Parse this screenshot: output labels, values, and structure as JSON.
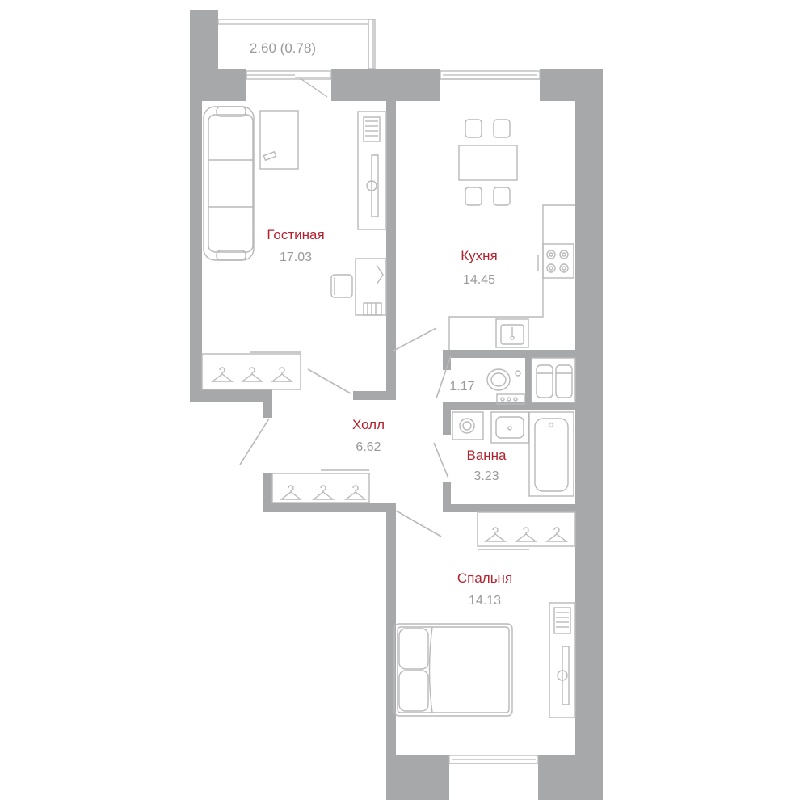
{
  "colors": {
    "wall": "#a7a8aa",
    "furniture_line": "#b8b8b8",
    "room_name": "#b3232f",
    "area_text": "#9a9a9a"
  },
  "balcony": {
    "area": "2.60 (0.78)"
  },
  "rooms": {
    "living": {
      "name": "Гостиная",
      "area": "17.03"
    },
    "kitchen": {
      "name": "Кухня",
      "area": "14.45"
    },
    "wc": {
      "area": "1.17"
    },
    "hall": {
      "name": "Холл",
      "area": "6.62"
    },
    "bath": {
      "name": "Ванна",
      "area": "3.23"
    },
    "bedroom": {
      "name": "Спальня",
      "area": "14.13"
    }
  },
  "icons": [
    "sofa-icon",
    "coffee-table-icon",
    "tv-stand-icon",
    "desk-icon",
    "chair-icon",
    "dining-table-icon",
    "stove-icon",
    "sink-icon",
    "toilet-icon",
    "washing-machine-icon",
    "bathtub-icon",
    "wardrobe-icon",
    "bed-icon",
    "door-icon",
    "window-icon"
  ]
}
